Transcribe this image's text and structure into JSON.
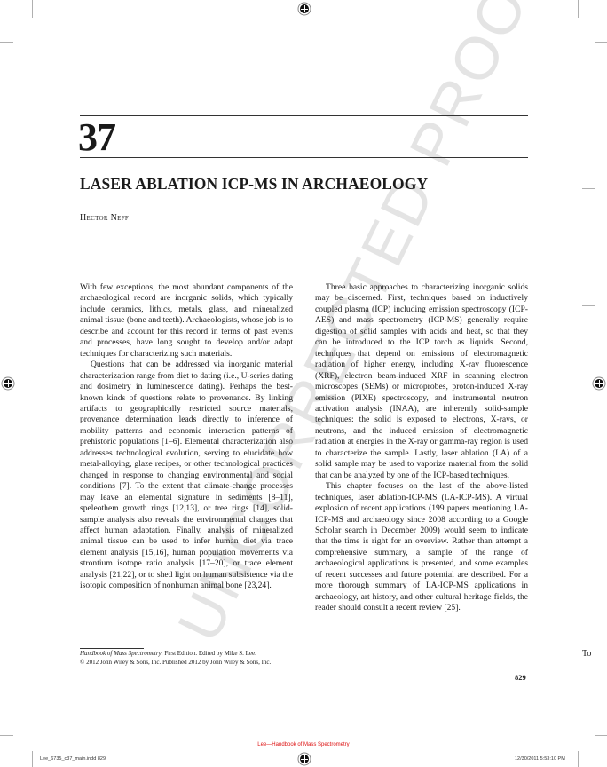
{
  "chapter": {
    "number": "37",
    "title": "LASER ABLATION ICP-MS IN ARCHAEOLOGY",
    "author": "Hector Neff"
  },
  "watermark": "UNCORRECTED PROOF",
  "left_column": {
    "paragraphs": [
      "With few exceptions, the most abundant components of the archaeological record are inorganic solids, which typically include ceramics, lithics, metals, glass, and mineralized animal tissue (bone and teeth). Archaeologists, whose job is to describe and account for this record in terms of past events and processes, have long sought to develop and/or adapt techniques for characterizing such materials.",
      "Questions that can be addressed via inorganic material characterization range from diet to dating (i.e., U-series dating and dosimetry in luminescence dating). Perhaps the best-known kinds of questions relate to provenance. By linking artifacts to geographically restricted source materials, provenance determination leads directly to inference of mobility patterns and economic interaction patterns of prehistoric populations [1–6]. Elemental characterization also addresses technological evolution, serving to elucidate how metal-alloying, glaze recipes, or other technological practices changed in response to changing environmental and social conditions [7]. To the extent that climate-change processes may leave an elemental signature in sediments [8–11], speleothem growth rings [12,13], or tree rings [14], solid-sample analysis also reveals the environmental changes that affect human adaptation. Finally, analysis of mineralized animal tissue can be used to infer human diet via trace element analysis [15,16], human population movements via strontium isotope ratio analysis [17–20], or trace element analysis [21,22], or to shed light on human subsistence via the isotopic composition of nonhuman animal bone [23,24]."
    ]
  },
  "right_column": {
    "paragraphs": [
      "Three basic approaches to characterizing inorganic solids may be discerned. First, techniques based on inductively coupled plasma (ICP) including emission spectroscopy (ICP-AES) and mass spectrometry (ICP-MS) generally require digestion of solid samples with acids and heat, so that they can be introduced to the ICP torch as liquids. Second, techniques that depend on emissions of electromagnetic radiation of higher energy, including X-ray fluorescence (XRF), electron beam-induced XRF in scanning electron microscopes (SEMs) or microprobes, proton-induced X-ray emission (PIXE) spectroscopy, and instrumental neutron activation analysis (INAA), are inherently solid-sample techniques: the solid is exposed to electrons, X-rays, or neutrons, and the induced emission of electromagnetic radiation at energies in the X-ray or gamma-ray region is used to characterize the sample. Lastly, laser ablation (LA) of a solid sample may be used to vaporize material from the solid that can be analyzed by one of the ICP-based techniques.",
      "This chapter focuses on the last of the above-listed techniques, laser ablation-ICP-MS (LA-ICP-MS). A virtual explosion of recent applications (199 papers mentioning LA-ICP-MS and archaeology since 2008 according to a Google Scholar search in December 2009) would seem to indicate that the time is right for an overview. Rather than attempt a comprehensive summary, a sample of the range of archaeological applications is presented, and some examples of recent successes and future potential are described. For a more thorough summary of LA-ICP-MS applications in archaeology, art history, and other cultural heritage fields, the reader should consult a recent review [25]."
    ]
  },
  "footnote": {
    "book_title": "Handbook of Mass Spectrometry",
    "line1_rest": ", First Edition. Edited by Mike S. Lee.",
    "line2": "© 2012 John Wiley & Sons, Inc. Published 2012 by John Wiley & Sons, Inc."
  },
  "page_number": "829",
  "margin_note": "To",
  "slug": {
    "running_title": "Lee—Handbook of Mass Spectrometry",
    "file_name": "Lee_6735_c37_main.indd   829",
    "timestamp": "12/30/2011   5:53:10 PM",
    "running_title_color": "#dd1111"
  }
}
